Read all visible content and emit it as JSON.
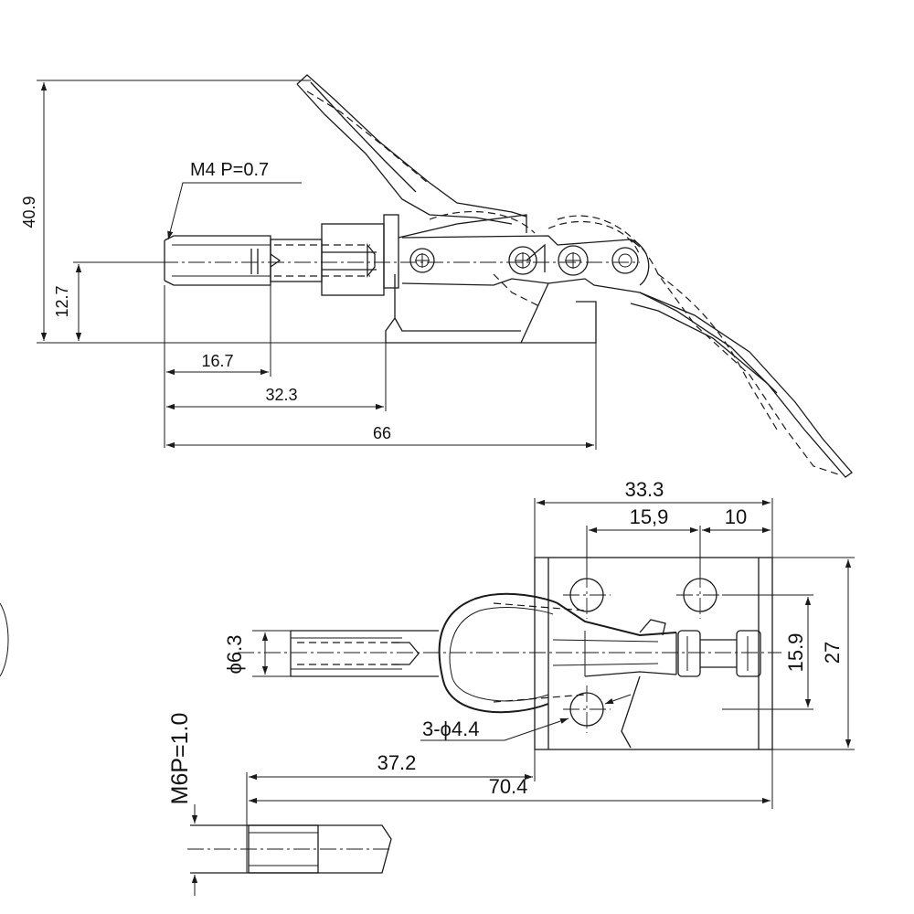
{
  "side_view": {
    "thread_label": "M4 P=0.7",
    "dim_total_height": "40.9",
    "dim_axis_height": "12.7",
    "dim_thread_length": "16.7",
    "dim_plunger_length": "32.3",
    "dim_overall_length": "66"
  },
  "top_view": {
    "dim_base_width": "33.3",
    "dim_hole_spacing": "15,9",
    "dim_hole_offset": "10",
    "dim_plunger_diameter": "ϕ6.3",
    "dim_hole_pitch_vertical": "15.9",
    "dim_base_depth": "27",
    "mounting_holes": "3-ϕ4.4",
    "dim_plunger_to_base": "37.2",
    "dim_overall_length": "70.4"
  },
  "detail_view": {
    "thread_label": "M6P=1.0"
  }
}
